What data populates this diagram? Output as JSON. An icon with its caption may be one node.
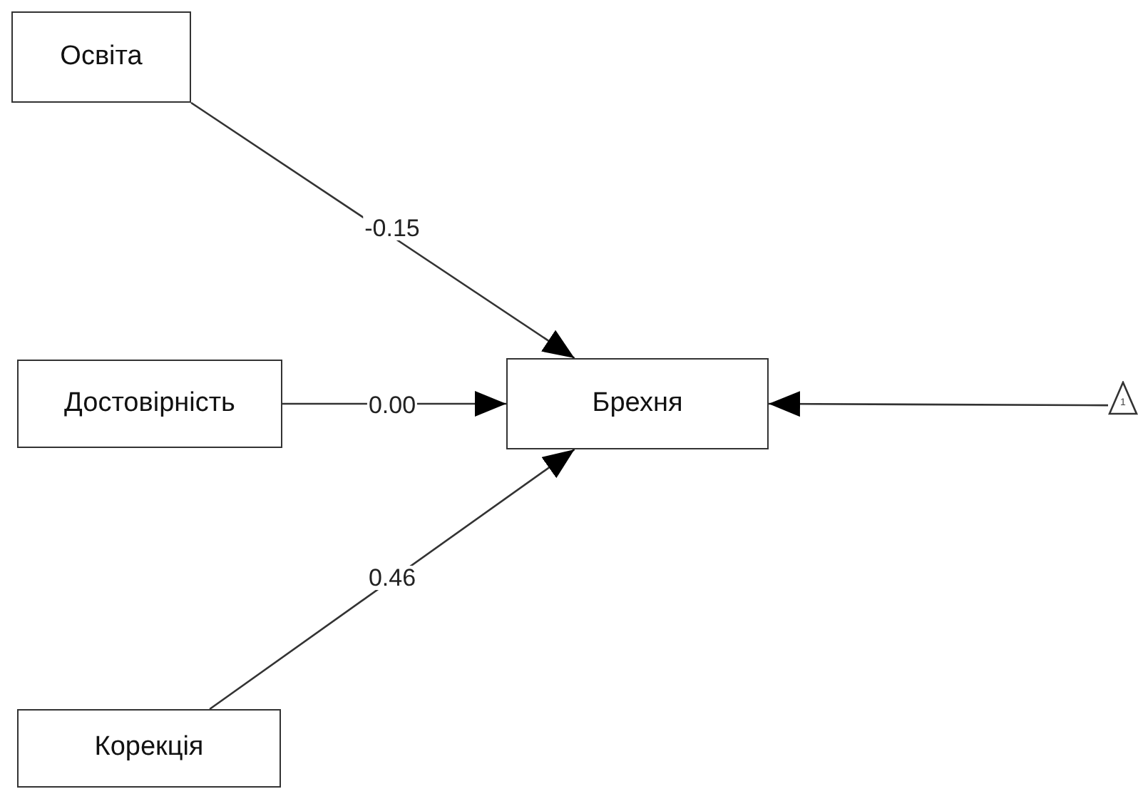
{
  "diagram": {
    "nodes": [
      {
        "text": [
          "Освіта"
        ]
      },
      {
        "text": [
          "Достовірність"
        ]
      },
      {
        "text": [
          "Брехня"
        ]
      },
      {
        "text": [
          "1"
        ]
      },
      {
        "text": [
          "Корекція"
        ]
      }
    ],
    "edges": [
      {
        "from": 0,
        "to": 2,
        "arrow": "to",
        "label": "-0.15"
      },
      {
        "from": 1,
        "to": 2,
        "arrow": "to",
        "label": "0.00"
      },
      {
        "from": 3,
        "to": 2,
        "arrow": "to"
      },
      {
        "from": 4,
        "to": 2,
        "arrow": "to",
        "label": "0.46"
      }
    ]
  }
}
